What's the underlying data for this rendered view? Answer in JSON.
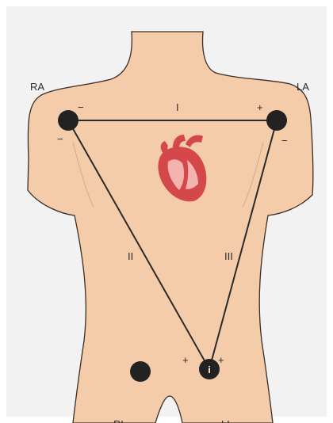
{
  "colors": {
    "background": "#f2f2f2",
    "skin": "#f4ccaa",
    "skin_outline": "#3a2e26",
    "lead_line": "#2a2a2a",
    "electrode": "#222222",
    "heart_main": "#d4484b",
    "heart_light": "#f3b3ae"
  },
  "electrodes": {
    "ra": {
      "label": "RA",
      "sign_right": "−",
      "sign_below": "−"
    },
    "la": {
      "label": "LA",
      "sign_left": "+",
      "sign_below": "−"
    },
    "ll": {
      "label": "LL",
      "sign_left": "+",
      "sign_right": "+",
      "icon": "i"
    },
    "rl": {
      "label": "RL"
    }
  },
  "leads": {
    "lead_1": "I",
    "lead_2": "II",
    "lead_3": "III"
  },
  "icons": {
    "heart": "anatomical-heart-icon",
    "info": "info-icon"
  }
}
